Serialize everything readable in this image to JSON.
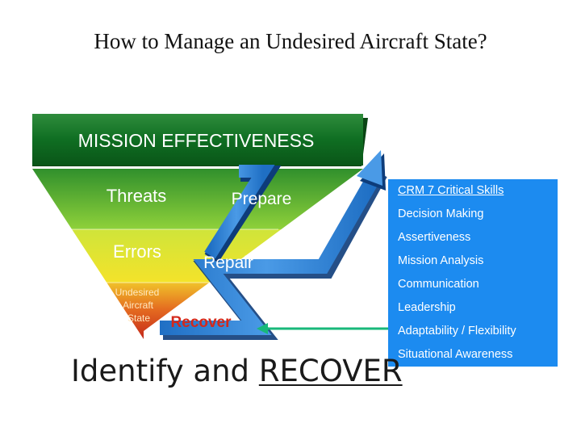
{
  "title": "How to Manage an Undesired Aircraft State?",
  "pyramid": {
    "header": "MISSION EFFECTIVENESS",
    "threats": "Threats",
    "errors": "Errors",
    "uas_lines": [
      "Undesired",
      "Aircraft",
      "State"
    ]
  },
  "arrow_labels": {
    "prepare": "Prepare",
    "repair": "Repair",
    "recover": "Recover"
  },
  "skills": {
    "header": "CRM 7 Critical Skills",
    "items": [
      "Decision Making",
      "Assertiveness",
      "Mission Analysis",
      "Communication",
      "Leadership",
      "Adaptability / Flexibility",
      "Situational Awareness"
    ]
  },
  "footer": {
    "prefix": "Identify and ",
    "emphasis": "RECOVER"
  },
  "colors": {
    "header_band": "#0f6e22",
    "threats_band": "#5cb82e",
    "errors_band": "#e6ea2a",
    "uas_band": "#c8321e",
    "arrow": "#3a86d6",
    "skills_box": "#1c8bf0",
    "connector": "#18b87a"
  }
}
